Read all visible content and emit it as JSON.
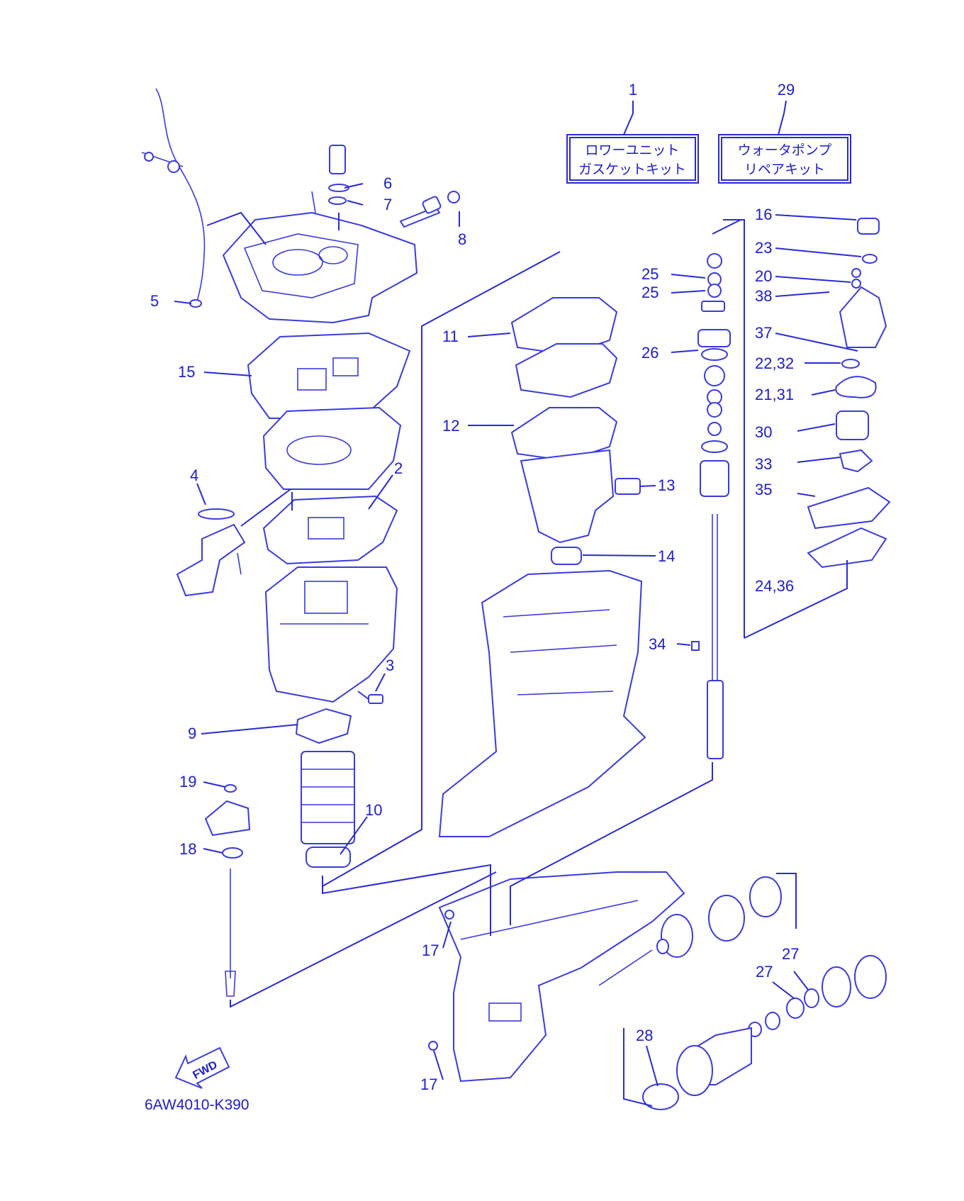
{
  "colors": {
    "ink": "#1c1ccf",
    "line": "#2a2ad8",
    "background": "#ffffff"
  },
  "kits": {
    "lower_unit_gasket": {
      "number": "1",
      "line1": "ロワーユニット",
      "line2": "ガスケットキット"
    },
    "water_pump_repair": {
      "number": "29",
      "line1": "ウォータポンプ",
      "line2": "リペアキット"
    }
  },
  "callouts": {
    "c2": "2",
    "c3": "3",
    "c4": "4",
    "c5": "5",
    "c6": "6",
    "c7": "7",
    "c8": "8",
    "c9": "9",
    "c10": "10",
    "c11": "11",
    "c12": "12",
    "c13": "13",
    "c14": "14",
    "c15": "15",
    "c16": "16",
    "c17a": "17",
    "c17b": "17",
    "c18": "18",
    "c19": "19",
    "c20": "20",
    "c21_31": "21,31",
    "c22_32": "22,32",
    "c23": "23",
    "c24_36": "24,36",
    "c25a": "25",
    "c25b": "25",
    "c26": "26",
    "c27a": "27",
    "c27b": "27",
    "c28": "28",
    "c30": "30",
    "c33": "33",
    "c34": "34",
    "c35": "35",
    "c37": "37",
    "c38": "38"
  },
  "fwd_label": "FWD",
  "diagram_code": "6AW4010-K390"
}
